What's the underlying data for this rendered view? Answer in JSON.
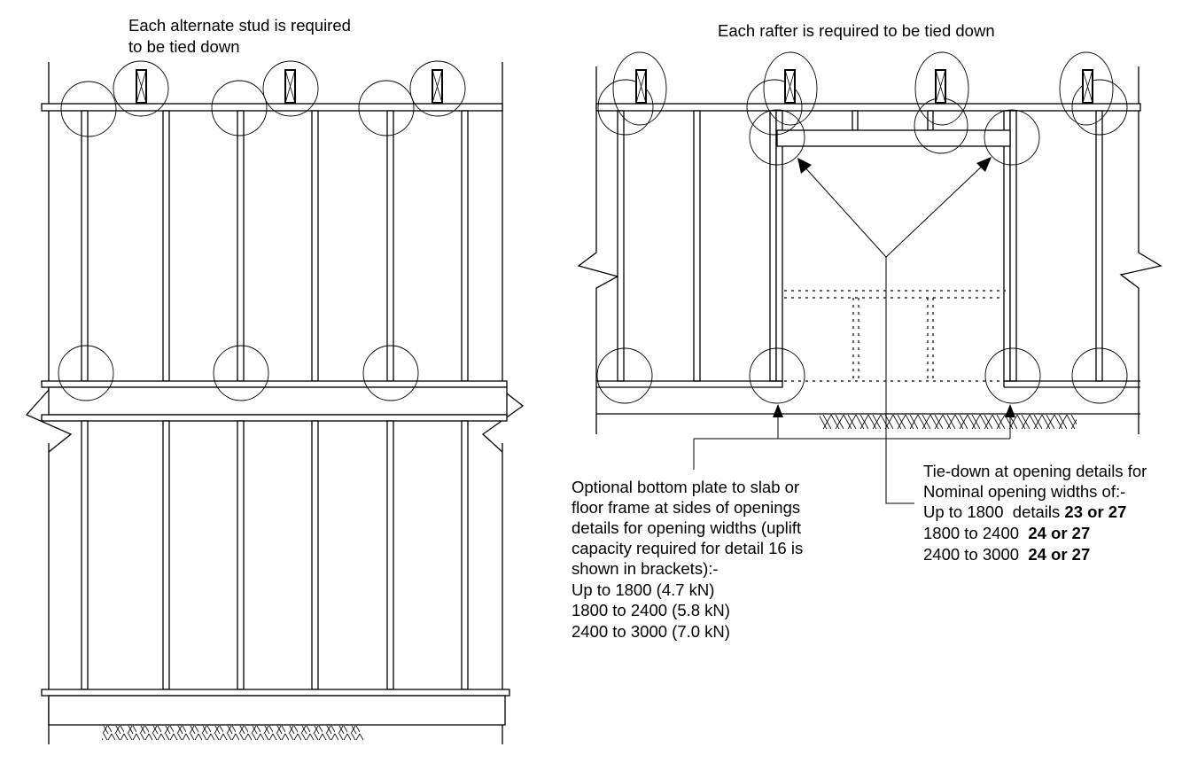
{
  "left_panel": {
    "caption_line1": "Each alternate stud is required",
    "caption_line2": "to be tied down"
  },
  "right_panel": {
    "caption": "Each rafter is required to be tied down"
  },
  "bottom_plate_note": {
    "lines": [
      "Optional bottom plate to slab or",
      "floor frame at sides of openings",
      "details for opening widths (uplift",
      "capacity required for detail 16 is",
      "shown in brackets):-",
      "Up to 1800  (4.7 kN)",
      "1800 to 2400  (5.8 kN)",
      "2400 to 3000  (7.0 kN)"
    ]
  },
  "opening_note": {
    "line1": "Tie-down at opening details for",
    "line2": "Nominal opening widths of:-",
    "rows": [
      {
        "range": "Up to 1800  details ",
        "details": "23 or 27"
      },
      {
        "range": "1800 to 2400  ",
        "details": "24 or 27"
      },
      {
        "range": "2400 to 3000  ",
        "details": "24 or 27"
      }
    ]
  }
}
